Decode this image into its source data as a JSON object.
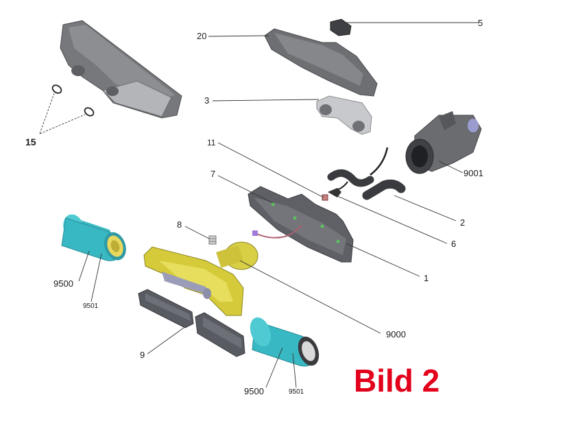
{
  "colors": {
    "housing": "#6f7175",
    "housing_light": "#8e9094",
    "motor_frame": "#d8cf3c",
    "roller": "#3ec1cc",
    "roller_core": "#e8d860",
    "cover": "#575a60",
    "line": "#333333",
    "title": "#e3001b"
  },
  "labels": {
    "n1": "1",
    "n2": "2",
    "n3": "3",
    "n5": "5",
    "n6": "6",
    "n7": "7",
    "n8": "8",
    "n9": "9",
    "n11": "11",
    "n15": "15",
    "n20": "20",
    "n9000": "9000",
    "n9001": "9001",
    "n9500a": "9500",
    "n9501a": "9501",
    "n9500b": "9500",
    "n9501b": "9501"
  },
  "title": "Bild 2"
}
